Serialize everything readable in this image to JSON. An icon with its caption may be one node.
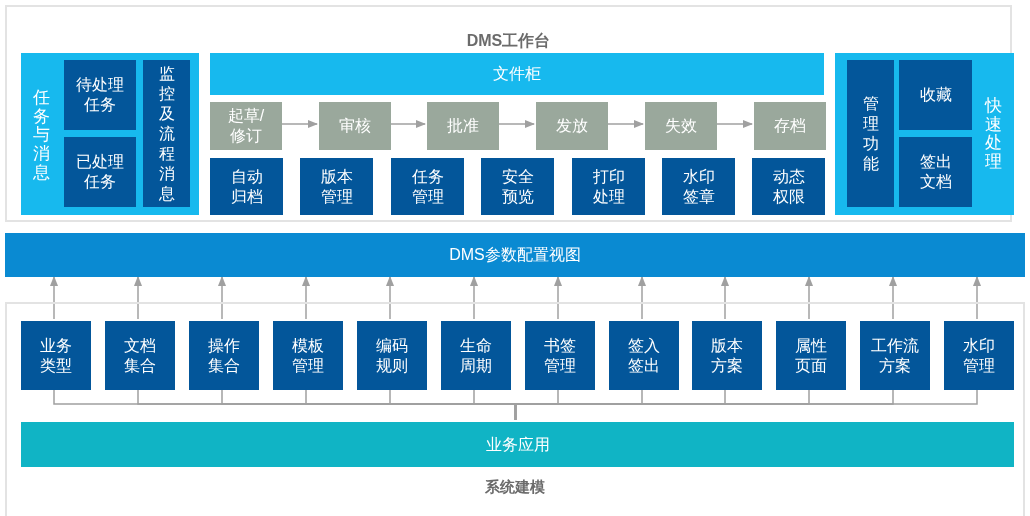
{
  "diagram": {
    "nodes": [
      {
        "text": [
          "DMS工作台"
        ]
      },
      {
        "text": [
          "任务与消息"
        ],
        "in": 0
      },
      {
        "text": [
          "待处理任务"
        ],
        "in": 1
      },
      {
        "text": [
          "已处理任务"
        ],
        "in": 1
      },
      {
        "text": [
          "监控及流程消息"
        ],
        "in": 1
      },
      {
        "text": [
          "文件柜"
        ],
        "in": 0
      },
      {
        "text": [
          "起草/修订"
        ],
        "in": 0
      },
      {
        "text": [
          "审核"
        ],
        "in": 0
      },
      {
        "text": [
          "批准"
        ],
        "in": 0
      },
      {
        "text": [
          "发放"
        ],
        "in": 0
      },
      {
        "text": [
          "失效"
        ],
        "in": 0
      },
      {
        "text": [
          "存档"
        ],
        "in": 0
      },
      {
        "text": [
          "自动归档"
        ],
        "in": 0
      },
      {
        "text": [
          "版本管理"
        ],
        "in": 0
      },
      {
        "text": [
          "任务管理"
        ],
        "in": 0
      },
      {
        "text": [
          "安全预览"
        ],
        "in": 0
      },
      {
        "text": [
          "打印处理"
        ],
        "in": 0
      },
      {
        "text": [
          "水印签章"
        ],
        "in": 0
      },
      {
        "text": [
          "动态权限"
        ],
        "in": 0
      },
      {
        "text": [
          "快速处理"
        ],
        "in": 0
      },
      {
        "text": [
          "管理功能"
        ],
        "in": 19
      },
      {
        "text": [
          "收藏"
        ],
        "in": 19
      },
      {
        "text": [
          "签出文档"
        ],
        "in": 19
      },
      {
        "text": [
          "DMS参数配置视图"
        ]
      },
      {
        "text": [
          "系统建模"
        ]
      },
      {
        "text": [
          "业务类型"
        ],
        "in": 24
      },
      {
        "text": [
          "文档集合"
        ],
        "in": 24
      },
      {
        "text": [
          "操作集合"
        ],
        "in": 24
      },
      {
        "text": [
          "模板管理"
        ],
        "in": 24
      },
      {
        "text": [
          "编码规则"
        ],
        "in": 24
      },
      {
        "text": [
          "生命周期"
        ],
        "in": 24
      },
      {
        "text": [
          "书签管理"
        ],
        "in": 24
      },
      {
        "text": [
          "签入签出"
        ],
        "in": 24
      },
      {
        "text": [
          "版本方案"
        ],
        "in": 24
      },
      {
        "text": [
          "属性页面"
        ],
        "in": 24
      },
      {
        "text": [
          "工作流方案"
        ],
        "in": 24
      },
      {
        "text": [
          "水印管理"
        ],
        "in": 24
      },
      {
        "text": [
          "业务应用"
        ],
        "in": 24
      }
    ],
    "edges": [
      {
        "from": 6,
        "to": 7,
        "arrow": "to"
      },
      {
        "from": 7,
        "to": 8,
        "arrow": "to"
      },
      {
        "from": 8,
        "to": 9,
        "arrow": "to"
      },
      {
        "from": 9,
        "to": 10,
        "arrow": "to"
      },
      {
        "from": 10,
        "to": 11,
        "arrow": "to"
      },
      {
        "from": 25,
        "to": 23,
        "arrow": "to"
      },
      {
        "from": 26,
        "to": 23,
        "arrow": "to"
      },
      {
        "from": 27,
        "to": 23,
        "arrow": "to"
      },
      {
        "from": 28,
        "to": 23,
        "arrow": "to"
      },
      {
        "from": 29,
        "to": 23,
        "arrow": "to"
      },
      {
        "from": 30,
        "to": 23,
        "arrow": "to"
      },
      {
        "from": 31,
        "to": 23,
        "arrow": "to"
      },
      {
        "from": 32,
        "to": 23,
        "arrow": "to"
      },
      {
        "from": 33,
        "to": 23,
        "arrow": "to"
      },
      {
        "from": 34,
        "to": 23,
        "arrow": "to"
      },
      {
        "from": 35,
        "to": 23,
        "arrow": "to"
      },
      {
        "from": 36,
        "to": 23,
        "arrow": "to"
      },
      {
        "from": 37,
        "to": 25,
        "arrow": "none"
      },
      {
        "from": 37,
        "to": 26,
        "arrow": "none"
      },
      {
        "from": 37,
        "to": 27,
        "arrow": "none"
      },
      {
        "from": 37,
        "to": 28,
        "arrow": "none"
      },
      {
        "from": 37,
        "to": 29,
        "arrow": "none"
      },
      {
        "from": 37,
        "to": 30,
        "arrow": "none"
      },
      {
        "from": 37,
        "to": 31,
        "arrow": "none"
      },
      {
        "from": 37,
        "to": 32,
        "arrow": "none"
      },
      {
        "from": 37,
        "to": 33,
        "arrow": "none"
      },
      {
        "from": 37,
        "to": 34,
        "arrow": "none"
      },
      {
        "from": 37,
        "to": 35,
        "arrow": "none"
      },
      {
        "from": 37,
        "to": 36,
        "arrow": "none"
      }
    ]
  }
}
